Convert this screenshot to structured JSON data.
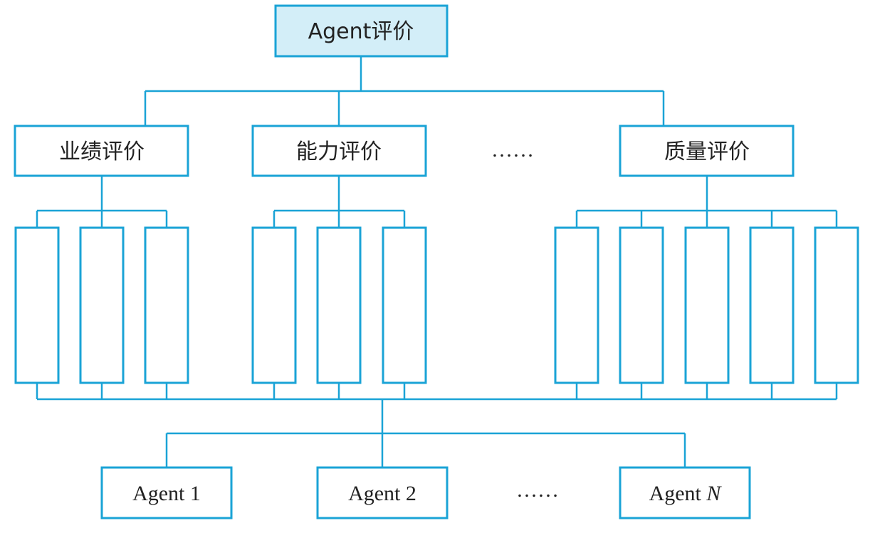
{
  "root": {
    "label": "Agent评价"
  },
  "categories": [
    {
      "label": "业绩评价",
      "subitems": 3
    },
    {
      "label": "能力评价",
      "subitems": 3
    },
    {
      "label": "质量评价",
      "subitems": 5
    }
  ],
  "categories_ellipsis": "……",
  "agents": [
    {
      "prefix": "Agent ",
      "suffix": "1"
    },
    {
      "prefix": "Agent ",
      "suffix": "2"
    },
    {
      "prefix": "Agent ",
      "suffix": "N"
    }
  ],
  "agents_ellipsis": "……",
  "colors": {
    "line": "#1aa3d6",
    "root_fill": "#d3eef8",
    "text": "#222222"
  }
}
